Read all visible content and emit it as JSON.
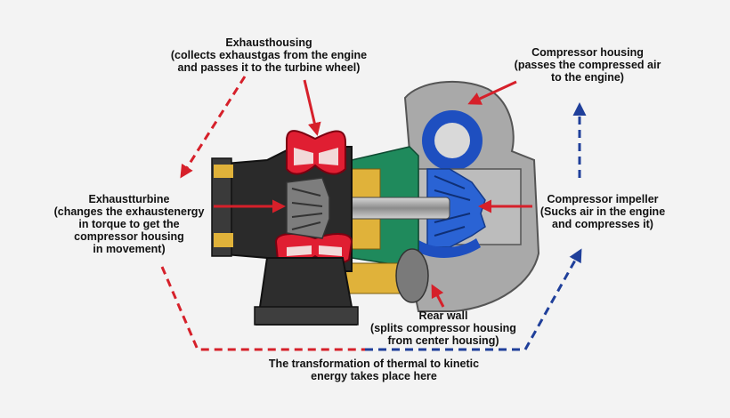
{
  "labels": {
    "exhaust_housing": {
      "title": "Exhausthousing",
      "line1": "(collects exhaustgas from the engine",
      "line2": "and passes it to the turbine wheel)"
    },
    "compressor_housing": {
      "title": "Compressor housing",
      "line1": "(passes the compressed air",
      "line2": "to the engine)"
    },
    "exhaust_turbine": {
      "title": "Exhaustturbine",
      "line1": "(changes the exhaustenergy",
      "line2": "in torque to get the",
      "line3": "compressor housing",
      "line4": "in movement)"
    },
    "compressor_impeller": {
      "title": "Compressor impeller",
      "line1": "(Sucks air in the engine",
      "line2": "and compresses it)"
    },
    "rear_wall": {
      "title": "Rear wall",
      "line1": "(splits compressor housing",
      "line2": "from center housing)"
    },
    "transformation": {
      "line1": "The transformation of thermal to kinetic",
      "line2": "energy takes place here"
    }
  },
  "colors": {
    "background": "#f3f3f3",
    "arrow_red": "#d6202a",
    "arrow_blue": "#1f3f9a",
    "exhaust_red": "#e01e32",
    "compressor_blue": "#1e4fc0",
    "center_green": "#1f8a5c",
    "casting_dark": "#2a2a2a",
    "casting_grey": "#9a9a9a",
    "oil_yellow": "#e0b23a"
  }
}
